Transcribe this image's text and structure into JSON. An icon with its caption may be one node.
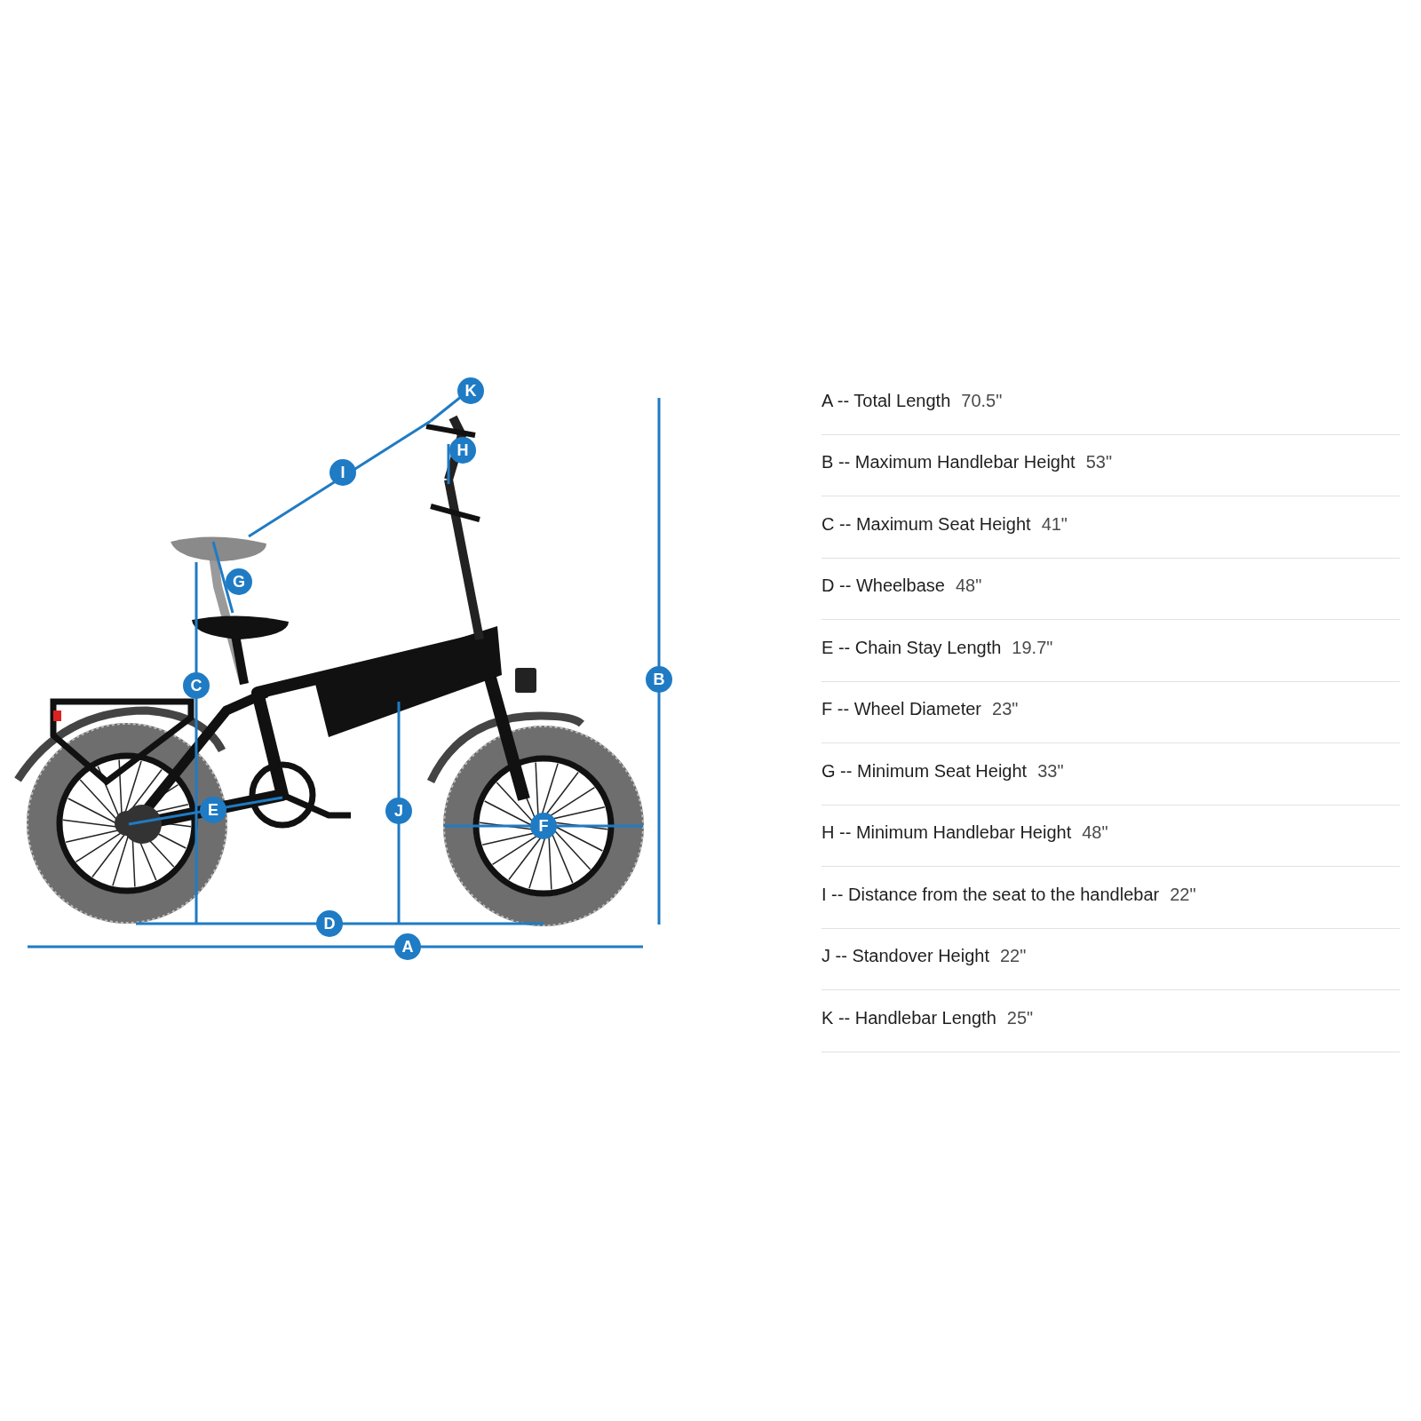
{
  "diagram": {
    "labels": [
      "K",
      "H",
      "I",
      "G",
      "C",
      "B",
      "E",
      "J",
      "F",
      "D",
      "A",
      "A -- Total Length",
      "70.5\"",
      "B -- Maximum Handlebar Height",
      "53\"",
      "C -- Maximum Seat Height",
      "41\"",
      "D -- Wheelbase",
      "48\"",
      "E -- Chain Stay Length",
      "19.7\"",
      "F -- Wheel Diameter",
      "23\"",
      "G -- Minimum Seat Height",
      "33\"",
      "H -- Minimum Handlebar Height",
      "48\"",
      "I -- Distance from the seat to the handlebar",
      "22\"",
      "J -- Standover Height",
      "22\"",
      "K -- Handlebar Length",
      "25\""
    ]
  }
}
